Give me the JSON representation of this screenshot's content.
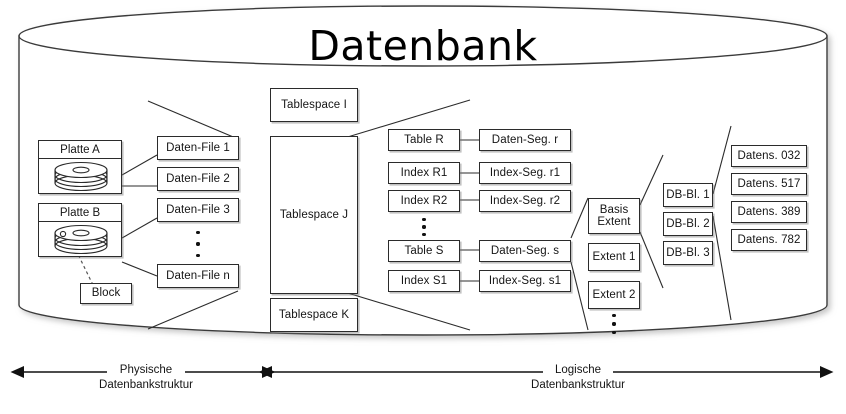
{
  "title": "Datenbank",
  "physical": {
    "disks": [
      {
        "name": "Platte A",
        "icon": "disk-platter-icon"
      },
      {
        "name": "Platte B",
        "icon": "disk-platter-icon"
      }
    ],
    "block_label": "Block",
    "data_files": [
      "Daten-File 1",
      "Daten-File 2",
      "Daten-File 3",
      "Daten-File n"
    ],
    "data_files_ellipsis": true
  },
  "tablespaces": [
    "Tablespace I",
    "Tablespace J",
    "Tablespace K"
  ],
  "objects": [
    {
      "label": "Table R"
    },
    {
      "label": "Index R1"
    },
    {
      "label": "Index R2"
    },
    {
      "label": "Table S"
    },
    {
      "label": "Index S1"
    }
  ],
  "segments": [
    {
      "label": "Daten-Seg. r"
    },
    {
      "label": "Index-Seg. r1"
    },
    {
      "label": "Index-Seg. r2"
    },
    {
      "label": "Daten-Seg. s"
    },
    {
      "label": "Index-Seg. s1"
    }
  ],
  "extents": [
    {
      "line1": "Basis",
      "line2": "Extent"
    },
    {
      "line1": "Extent 1"
    },
    {
      "line1": "Extent 2"
    }
  ],
  "db_blocks": [
    "DB-Bl. 1",
    "DB-Bl. 2",
    "DB-Bl. 3"
  ],
  "records": [
    "Datens. 032",
    "Datens. 517",
    "Datens. 389",
    "Datens. 782"
  ],
  "captions": {
    "physical_line1": "Physische",
    "physical_line2": "Datenbankstruktur",
    "logical_line1": "Logische",
    "logical_line2": "Datenbankstruktur"
  },
  "colors": {
    "stroke": "#2b2b2b",
    "text": "#151515",
    "background": "#ffffff",
    "shadow": "rgba(120,120,120,0.45)"
  }
}
